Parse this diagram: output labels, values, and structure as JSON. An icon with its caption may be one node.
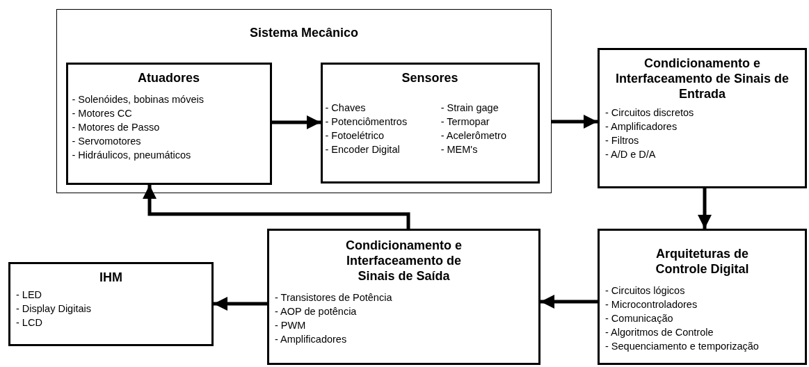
{
  "diagram": {
    "nodes": [
      {
        "text": [
          "Sistema Mecânico"
        ]
      },
      {
        "text": [
          "Atuadores",
          "- Solenóides, bobinas móveis",
          "- Motores CC",
          "- Motores de Passo",
          "- Servomotores",
          "- Hidráulicos, pneumáticos"
        ],
        "in": 0
      },
      {
        "text": [
          "Sensores",
          "- Chaves",
          "- Strain gage",
          "- Potenciômentros",
          "- Termopar",
          "- Fotoelétrico",
          "- Acelerômetro",
          "- Encoder Digital",
          "- MEM's"
        ],
        "in": 0
      },
      {
        "text": [
          "Condicionamento e Interfaceamento de Sinais de Entrada",
          "- Circuitos discretos",
          "- Amplificadores",
          "- Filtros",
          "- A/D e D/A"
        ]
      },
      {
        "text": [
          "Arquiteturas de Controle Digital",
          "- Circuitos lógicos",
          "- Microcontroladores",
          "- Comunicação",
          "- Algoritmos de Controle",
          "- Sequenciamento e temporização"
        ]
      },
      {
        "text": [
          "Condicionamento e Interfaceamento de Sinais de Saída",
          "- Transistores de Potência",
          "- AOP de potência",
          "- PWM",
          "- Amplificadores"
        ]
      },
      {
        "text": [
          "IHM",
          "- LED",
          "- Display Digitais",
          "- LCD"
        ]
      }
    ],
    "edges": [
      {
        "from": 1,
        "to": 2,
        "arrow": "to"
      },
      {
        "from": 0,
        "to": 3,
        "arrow": "to"
      },
      {
        "from": 3,
        "to": 4,
        "arrow": "to"
      },
      {
        "from": 4,
        "to": 5,
        "arrow": "to"
      },
      {
        "from": 5,
        "to": 6,
        "arrow": "to"
      },
      {
        "from": 5,
        "to": 1,
        "arrow": "to"
      }
    ]
  }
}
